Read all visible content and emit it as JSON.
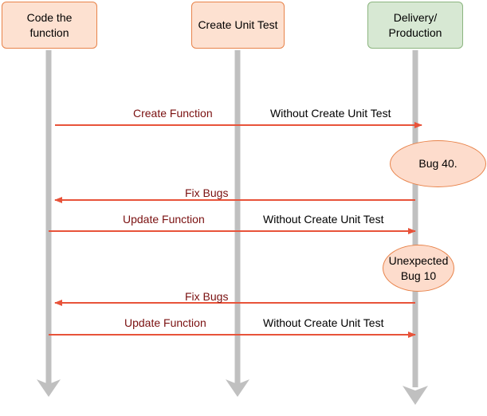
{
  "colors": {
    "lifeline": "#c0c0c0",
    "arrow": "#e8533a",
    "box_fill_orange": "#fde1d1",
    "box_border_orange": "#e8834a",
    "box_fill_green": "#d7e8d3",
    "box_border_green": "#8cb57f",
    "ellipse_fill": "#fddccc",
    "ellipse_border": "#e8834a",
    "label_red": "#7a1010"
  },
  "actors": [
    {
      "id": "code",
      "label": "Code the\nfunction",
      "style": "orange"
    },
    {
      "id": "unit",
      "label": "Create Unit Test",
      "style": "orange"
    },
    {
      "id": "delivery",
      "label": "Delivery/\nProduction",
      "style": "green"
    }
  ],
  "messages": [
    {
      "label_left": "Create Function",
      "label_right": "Without Create Unit Test",
      "direction": "right"
    },
    {
      "label_left": "Fix Bugs",
      "label_right": "",
      "direction": "left"
    },
    {
      "label_left": "Update Function",
      "label_right": "Without Create Unit Test",
      "direction": "right"
    },
    {
      "label_left": "Fix Bugs",
      "label_right": "",
      "direction": "left"
    },
    {
      "label_left": "Update Function",
      "label_right": "Without Create Unit Test",
      "direction": "right"
    }
  ],
  "notes": [
    {
      "label": "Bug 40."
    },
    {
      "label": "Unexpected\nBug 10"
    }
  ]
}
